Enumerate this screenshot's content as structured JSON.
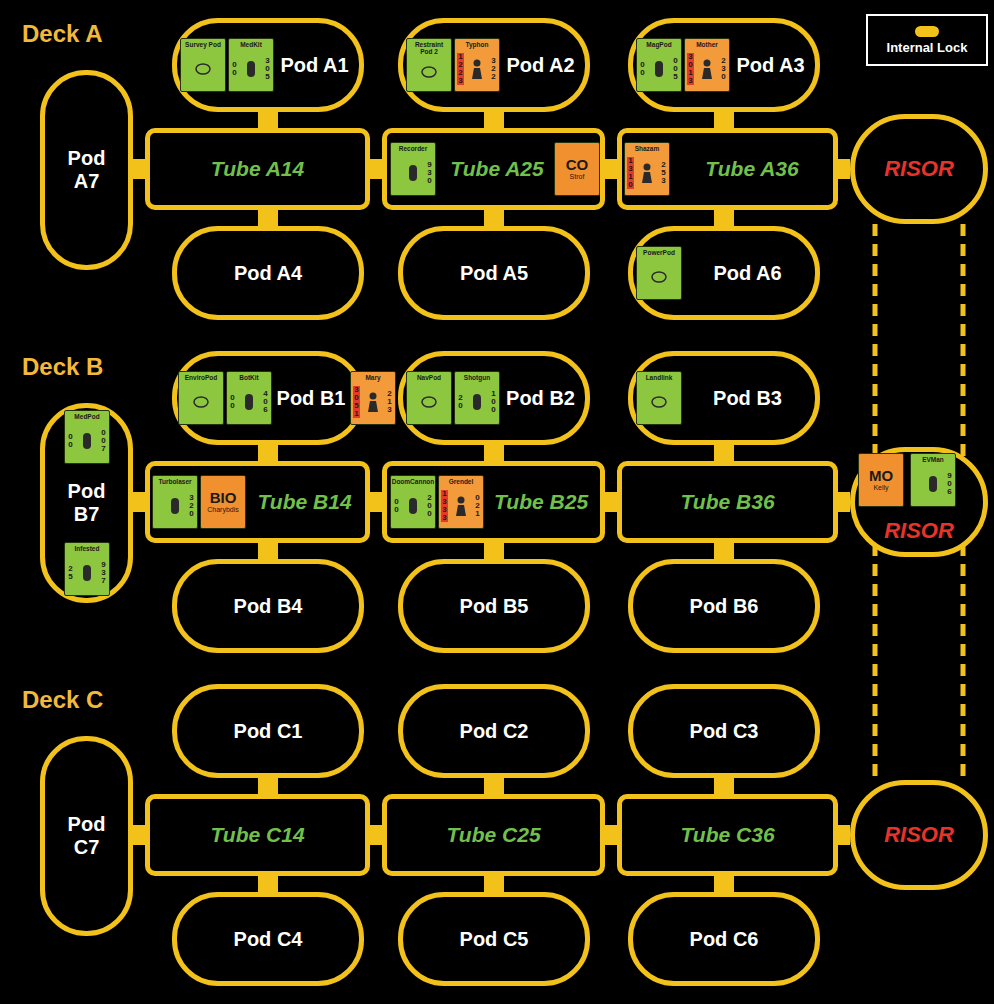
{
  "diagram": {
    "nodes": [
      {
        "text": [
          "Pod A1"
        ]
      },
      {
        "text": [
          "Survey Pod"
        ],
        "in": 0
      },
      {
        "text": [
          "MedKit",
          "0 0",
          "3 0 5"
        ],
        "in": 0
      },
      {
        "text": [
          "Pod A2"
        ]
      },
      {
        "text": [
          "Restraint Pod 2"
        ],
        "in": 3
      },
      {
        "text": [
          "Typhon",
          "1 2 2 3",
          "3 2 2"
        ],
        "in": 3
      },
      {
        "text": [
          "Pod A3"
        ]
      },
      {
        "text": [
          "MagPod",
          "0 0",
          "0 0 5"
        ],
        "in": 6
      },
      {
        "text": [
          "Mother",
          "3 0 1 3",
          "2 3 0"
        ],
        "in": 6
      },
      {
        "text": [
          "Pod A7"
        ]
      },
      {
        "text": [
          "Tube A14"
        ]
      },
      {
        "text": [
          "Tube A25"
        ]
      },
      {
        "text": [
          "Recorder",
          "9 3 0"
        ],
        "in": 11
      },
      {
        "text": [
          "CO",
          "Strof"
        ],
        "in": 11
      },
      {
        "text": [
          "Tube A36"
        ]
      },
      {
        "text": [
          "Shazam",
          "1 3 1 0",
          "2 5 3"
        ],
        "in": 14
      },
      {
        "text": [
          "RISOR"
        ]
      },
      {
        "text": [
          "Pod A4"
        ]
      },
      {
        "text": [
          "Pod A5"
        ]
      },
      {
        "text": [
          "Pod A6"
        ]
      },
      {
        "text": [
          "PowerPod"
        ],
        "in": 19
      },
      {
        "text": [
          "Pod B1"
        ]
      },
      {
        "text": [
          "EnviroPod"
        ],
        "in": 21
      },
      {
        "text": [
          "BotKit",
          "0 0",
          "4 0 6"
        ],
        "in": 21
      },
      {
        "text": [
          "Mary",
          "3 0 5 1",
          "2 1 3"
        ],
        "in": 21
      },
      {
        "text": [
          "Pod B2"
        ]
      },
      {
        "text": [
          "NavPod"
        ],
        "in": 25
      },
      {
        "text": [
          "Shotgun",
          "2 0",
          "1 0 0"
        ],
        "in": 25
      },
      {
        "text": [
          "Pod B3"
        ]
      },
      {
        "text": [
          "Landlink"
        ],
        "in": 28
      },
      {
        "text": [
          "Pod B7"
        ]
      },
      {
        "text": [
          "MedPod",
          "0 0",
          "0 0 7"
        ],
        "in": 30
      },
      {
        "text": [
          "Infested",
          "2 5",
          "9 3 7"
        ],
        "in": 30
      },
      {
        "text": [
          "Tube B14"
        ]
      },
      {
        "text": [
          "Turbolaser",
          "3 2 0"
        ],
        "in": 33
      },
      {
        "text": [
          "BIO",
          "Charybdis"
        ],
        "in": 33
      },
      {
        "text": [
          "Tube B25"
        ]
      },
      {
        "text": [
          "DoomCannon",
          "0 0",
          "2 0 0"
        ],
        "in": 36
      },
      {
        "text": [
          "Grendel",
          "1 3 3 3",
          "0 2 1"
        ],
        "in": 36
      },
      {
        "text": [
          "Tube B36"
        ]
      },
      {
        "text": [
          "RISOR"
        ]
      },
      {
        "text": [
          "MO",
          "Kelly"
        ],
        "in": 40
      },
      {
        "text": [
          "EVMan",
          "9 0 6"
        ],
        "in": 40
      },
      {
        "text": [
          "Pod B4"
        ]
      },
      {
        "text": [
          "Pod B5"
        ]
      },
      {
        "text": [
          "Pod B6"
        ]
      },
      {
        "text": [
          "Pod C1"
        ]
      },
      {
        "text": [
          "Pod C2"
        ]
      },
      {
        "text": [
          "Pod C3"
        ]
      },
      {
        "text": [
          "Pod C7"
        ]
      },
      {
        "text": [
          "Tube C14"
        ]
      },
      {
        "text": [
          "Tube C25"
        ]
      },
      {
        "text": [
          "Tube C36"
        ]
      },
      {
        "text": [
          "RISOR"
        ]
      },
      {
        "text": [
          "Pod C4"
        ]
      },
      {
        "text": [
          "Pod C5"
        ]
      },
      {
        "text": [
          "Pod C6"
        ]
      }
    ],
    "edges": [
      {
        "from": 0,
        "to": 10,
        "arrow": "none"
      },
      {
        "from": 3,
        "to": 11,
        "arrow": "none"
      },
      {
        "from": 6,
        "to": 14,
        "arrow": "none"
      },
      {
        "from": 9,
        "to": 10,
        "arrow": "none"
      },
      {
        "from": 10,
        "to": 11,
        "arrow": "none"
      },
      {
        "from": 11,
        "to": 14,
        "arrow": "none"
      },
      {
        "from": 14,
        "to": 16,
        "arrow": "none"
      },
      {
        "from": 10,
        "to": 17,
        "arrow": "none"
      },
      {
        "from": 11,
        "to": 18,
        "arrow": "none"
      },
      {
        "from": 14,
        "to": 19,
        "arrow": "none"
      },
      {
        "from": 21,
        "to": 33,
        "arrow": "none"
      },
      {
        "from": 25,
        "to": 36,
        "arrow": "none"
      },
      {
        "from": 28,
        "to": 39,
        "arrow": "none"
      },
      {
        "from": 30,
        "to": 33,
        "arrow": "none"
      },
      {
        "from": 33,
        "to": 36,
        "arrow": "none"
      },
      {
        "from": 36,
        "to": 39,
        "arrow": "none"
      },
      {
        "from": 39,
        "to": 40,
        "arrow": "none"
      },
      {
        "from": 33,
        "to": 43,
        "arrow": "none"
      },
      {
        "from": 36,
        "to": 44,
        "arrow": "none"
      },
      {
        "from": 39,
        "to": 45,
        "arrow": "none"
      },
      {
        "from": 46,
        "to": 50,
        "arrow": "none"
      },
      {
        "from": 47,
        "to": 51,
        "arrow": "none"
      },
      {
        "from": 48,
        "to": 52,
        "arrow": "none"
      },
      {
        "from": 49,
        "to": 50,
        "arrow": "none"
      },
      {
        "from": 50,
        "to": 51,
        "arrow": "none"
      },
      {
        "from": 51,
        "to": 52,
        "arrow": "none"
      },
      {
        "from": 52,
        "to": 53,
        "arrow": "none"
      },
      {
        "from": 50,
        "to": 54,
        "arrow": "none"
      },
      {
        "from": 51,
        "to": 55,
        "arrow": "none"
      },
      {
        "from": 52,
        "to": 56,
        "arrow": "none"
      }
    ],
    "labels": [
      "Deck A",
      "Deck B",
      "Deck C"
    ],
    "legend": [
      {
        "text": "Internal Lock",
        "color": "#f2c21b"
      }
    ]
  }
}
